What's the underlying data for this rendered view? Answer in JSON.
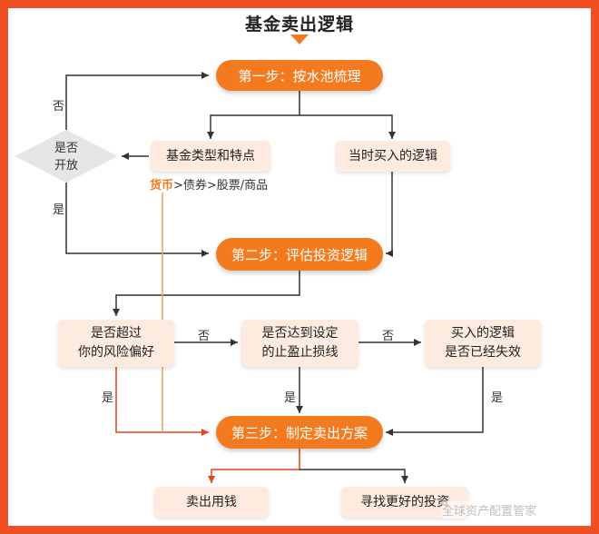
{
  "title": "基金卖出逻辑",
  "steps": {
    "step1": "第一步：按水池梳理",
    "step2": "第二步：评估投资逻辑",
    "step3": "第三步：制定卖出方案"
  },
  "boxes": {
    "fund_type": "基金类型和特点",
    "buy_logic": "当时买入的逻辑",
    "risk_line1": "是否超过",
    "risk_line2": "你的风险偏好",
    "stop_line1": "是否达到设定",
    "stop_line2": "的止盈止损线",
    "invalid_line1": "买入的逻辑",
    "invalid_line2": "是否已经失效",
    "sell_use": "卖出用钱",
    "find_better": "寻找更好的投资"
  },
  "diamond": {
    "line1": "是否",
    "line2": "开放"
  },
  "fund_types": {
    "highlight": "货币",
    "rest": ">债券>股票/商品"
  },
  "edge_labels": {
    "no_1": "否",
    "yes_1": "是",
    "no_2": "否",
    "no_3": "否",
    "yes_2": "是",
    "yes_3": "是",
    "yes_4": "是"
  },
  "watermark": "全球资产配置管家",
  "colors": {
    "accent": "#f47a20",
    "box_fill": "#fdebe0",
    "frame": "#f04e23",
    "diamond_fill": "#e6e6e6",
    "red_line": "#e8401c"
  }
}
